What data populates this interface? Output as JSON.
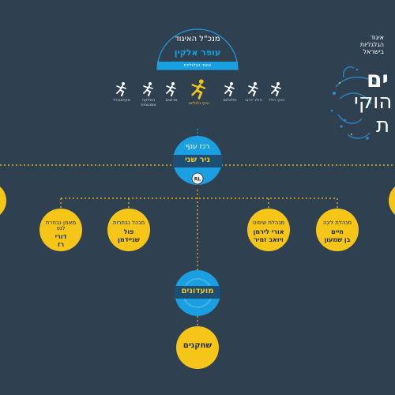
{
  "colors": {
    "background": "#2f4051",
    "yellow": "#f5c518",
    "blue": "#1aa0e0",
    "dark_text": "#1d2a36"
  },
  "top_right": {
    "org_line1": "איגוד",
    "org_line2": "הגלגליות",
    "org_line3": "בישראל",
    "title_line1": "ים",
    "title_line2": "הוקי",
    "title_line3": "ת"
  },
  "ceo": {
    "title": "מנכ\"ל האיגוד",
    "name": "עופר אלקין",
    "logo_text": "איגוד הגלגליות"
  },
  "sports": [
    {
      "label": "הוקי רולר",
      "icon": "hockey-player-icon",
      "active": false
    },
    {
      "label": "הולר דרבי",
      "icon": "derby-skater-icon",
      "active": false
    },
    {
      "label": "סלאלום",
      "icon": "slalom-skater-icon",
      "active": false
    },
    {
      "label": "הוקי גלגליות",
      "icon": "inline-hockey-icon",
      "active": true
    },
    {
      "label": "מרוצים",
      "icon": "speed-skater-icon",
      "active": false
    },
    {
      "label": "החלקה אומנותית",
      "icon": "artistic-skater-icon",
      "active": false
    },
    {
      "label": "סקייטבורד",
      "icon": "skateboarder-icon",
      "active": false
    }
  ],
  "branch": {
    "title": "רכז ענף",
    "name": "ניר שני"
  },
  "managers": [
    {
      "role": "מנהלת ליגה",
      "name_line1": "חיים",
      "name_line2": "בן שמעון"
    },
    {
      "role": "מנהלת שיפוט",
      "name_line1": "אורי לירמן",
      "name_line2": "ויואב זמיר"
    },
    {
      "role": "מנהל נבחרות",
      "name_line1": "פול",
      "name_line2": "שניידמן"
    },
    {
      "role": "מאמן נבחרת לנט",
      "name_line1": "דורי",
      "name_line2": "רז"
    }
  ],
  "clubs": {
    "label": "מועדונים"
  },
  "players": {
    "label": "שחקנים"
  }
}
